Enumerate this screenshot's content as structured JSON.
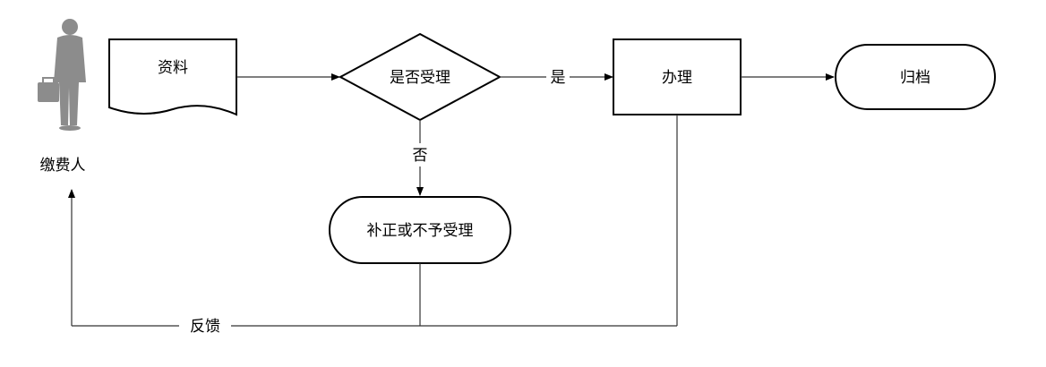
{
  "actor": {
    "label": "缴费人",
    "icon": "person-with-briefcase-icon",
    "color": "#8c8c8c"
  },
  "nodes": {
    "materials": "资料",
    "decision": "是否受理",
    "process": "办理",
    "archive": "归档",
    "reject": "补正或不予受理"
  },
  "edges": {
    "yes": "是",
    "no": "否",
    "feedback": "反馈"
  }
}
